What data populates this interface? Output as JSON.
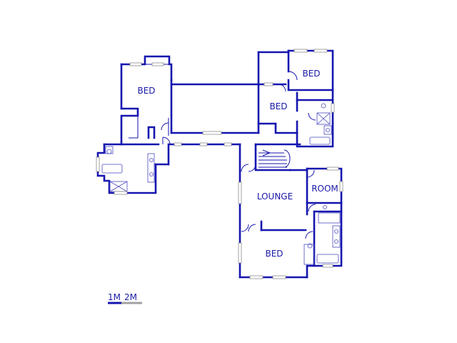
{
  "rooms": {
    "bed_west": "BED",
    "bed_ne_upper": "BED",
    "bed_ne_lower": "BED",
    "lounge": "LOUNGE",
    "room": "ROOM",
    "bed_south": "BED"
  },
  "scale": {
    "label_1": "1M",
    "label_2": "2M"
  },
  "colors": {
    "wall": "#1515b0",
    "label": "#1a1aa8",
    "window": "#8c8c8c"
  }
}
